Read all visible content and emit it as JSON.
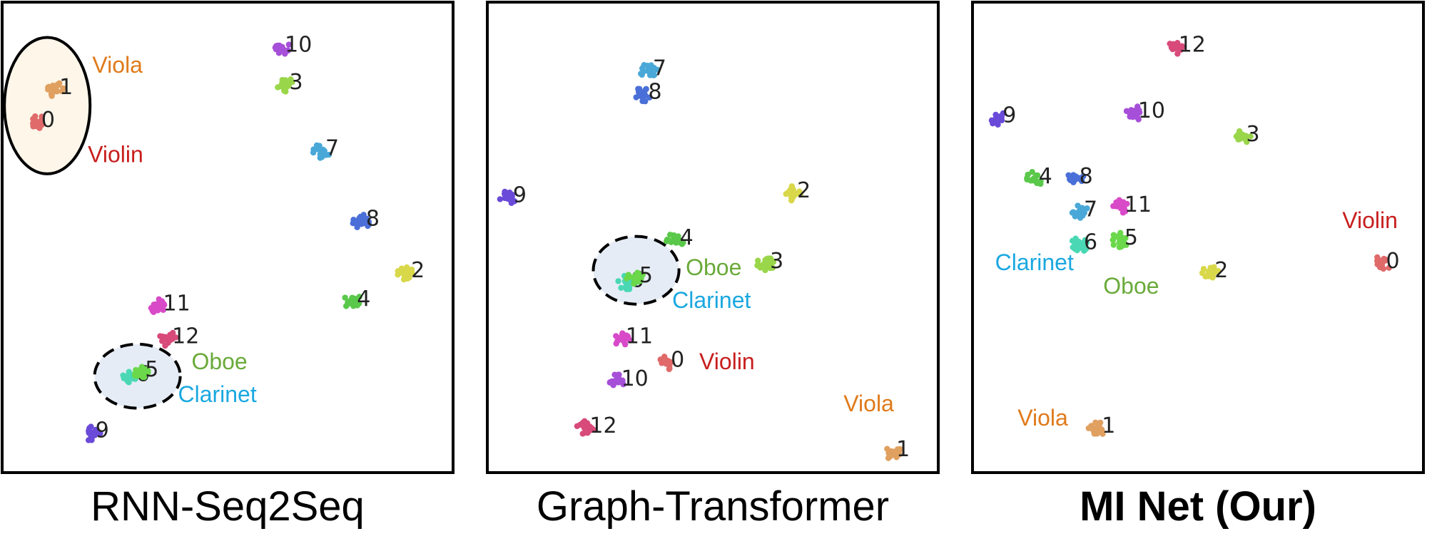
{
  "chart_data": [
    {
      "type": "scatter",
      "caption": "RNN-Seq2Seq",
      "caption_bold": false,
      "clusters": [
        {
          "id": "10",
          "x": 0.63,
          "y": 0.09,
          "color": "#a64fd8"
        },
        {
          "id": "3",
          "x": 0.64,
          "y": 0.17,
          "color": "#9ad64a"
        },
        {
          "id": "7",
          "x": 0.72,
          "y": 0.31,
          "color": "#4aa8d8"
        },
        {
          "id": "8",
          "x": 0.81,
          "y": 0.46,
          "color": "#4a6fd8"
        },
        {
          "id": "2",
          "x": 0.91,
          "y": 0.57,
          "color": "#d8d84a"
        },
        {
          "id": "4",
          "x": 0.79,
          "y": 0.63,
          "color": "#5ac84a"
        },
        {
          "id": "11",
          "x": 0.36,
          "y": 0.64,
          "color": "#d84ac8"
        },
        {
          "id": "12",
          "x": 0.38,
          "y": 0.71,
          "color": "#d84a7a"
        },
        {
          "id": "6",
          "x": 0.3,
          "y": 0.79,
          "color": "#4ad8b4"
        },
        {
          "id": "5",
          "x": 0.32,
          "y": 0.78,
          "color": "#6ad84a"
        },
        {
          "id": "9",
          "x": 0.21,
          "y": 0.91,
          "color": "#6a4ad8"
        },
        {
          "id": "1",
          "x": 0.13,
          "y": 0.18,
          "color": "#e0a060"
        },
        {
          "id": "0",
          "x": 0.09,
          "y": 0.25,
          "color": "#e06a6a"
        }
      ],
      "instrument_labels": [
        {
          "text": "Viola",
          "color": "#e07a1a"
        },
        {
          "text": "Violin",
          "color": "#c81e1e"
        },
        {
          "text": "Oboe",
          "color": "#6aaa3a"
        },
        {
          "text": "Clarinet",
          "color": "#1aa8e0"
        }
      ]
    },
    {
      "type": "scatter",
      "caption": "Graph-Transformer",
      "caption_bold": false,
      "clusters": [
        {
          "id": "7",
          "x": 0.37,
          "y": 0.14,
          "color": "#4aa8d8"
        },
        {
          "id": "8",
          "x": 0.36,
          "y": 0.19,
          "color": "#4a6fd8"
        },
        {
          "id": "9",
          "x": 0.06,
          "y": 0.41,
          "color": "#6a4ad8"
        },
        {
          "id": "2",
          "x": 0.69,
          "y": 0.4,
          "color": "#d8d84a"
        },
        {
          "id": "4",
          "x": 0.43,
          "y": 0.5,
          "color": "#5ac84a"
        },
        {
          "id": "3",
          "x": 0.63,
          "y": 0.55,
          "color": "#9ad64a"
        },
        {
          "id": "6",
          "x": 0.32,
          "y": 0.59,
          "color": "#4ad8b4"
        },
        {
          "id": "5",
          "x": 0.34,
          "y": 0.58,
          "color": "#6ad84a"
        },
        {
          "id": "11",
          "x": 0.31,
          "y": 0.71,
          "color": "#d84ac8"
        },
        {
          "id": "0",
          "x": 0.41,
          "y": 0.76,
          "color": "#e06a6a"
        },
        {
          "id": "10",
          "x": 0.3,
          "y": 0.8,
          "color": "#a64fd8"
        },
        {
          "id": "12",
          "x": 0.23,
          "y": 0.9,
          "color": "#d84a7a"
        },
        {
          "id": "1",
          "x": 0.91,
          "y": 0.95,
          "color": "#e0a060"
        }
      ],
      "instrument_labels": [
        {
          "text": "Oboe",
          "color": "#6aaa3a"
        },
        {
          "text": "Clarinet",
          "color": "#1aa8e0"
        },
        {
          "text": "Violin",
          "color": "#c81e1e"
        },
        {
          "text": "Viola",
          "color": "#e07a1a"
        }
      ]
    },
    {
      "type": "scatter",
      "caption": "MI Net (Our)",
      "caption_bold": true,
      "clusters": [
        {
          "id": "12",
          "x": 0.46,
          "y": 0.09,
          "color": "#d84a7a"
        },
        {
          "id": "9",
          "x": 0.07,
          "y": 0.24,
          "color": "#6a4ad8"
        },
        {
          "id": "10",
          "x": 0.37,
          "y": 0.23,
          "color": "#a64fd8"
        },
        {
          "id": "3",
          "x": 0.61,
          "y": 0.28,
          "color": "#9ad64a"
        },
        {
          "id": "4",
          "x": 0.15,
          "y": 0.37,
          "color": "#5ac84a"
        },
        {
          "id": "8",
          "x": 0.24,
          "y": 0.37,
          "color": "#4a6fd8"
        },
        {
          "id": "11",
          "x": 0.34,
          "y": 0.43,
          "color": "#d84ac8"
        },
        {
          "id": "7",
          "x": 0.25,
          "y": 0.44,
          "color": "#4aa8d8"
        },
        {
          "id": "6",
          "x": 0.25,
          "y": 0.51,
          "color": "#4ad8b4"
        },
        {
          "id": "5",
          "x": 0.34,
          "y": 0.5,
          "color": "#6ad84a"
        },
        {
          "id": "2",
          "x": 0.54,
          "y": 0.57,
          "color": "#d8d84a"
        },
        {
          "id": "0",
          "x": 0.92,
          "y": 0.55,
          "color": "#e06a6a"
        },
        {
          "id": "1",
          "x": 0.29,
          "y": 0.9,
          "color": "#e0a060"
        }
      ],
      "instrument_labels": [
        {
          "text": "Violin",
          "color": "#c81e1e"
        },
        {
          "text": "Clarinet",
          "color": "#1aa8e0"
        },
        {
          "text": "Oboe",
          "color": "#6aaa3a"
        },
        {
          "text": "Viola",
          "color": "#e07a1a"
        }
      ]
    }
  ],
  "highlight_colors": {
    "string_ellipse_fill": "#fdf6e9",
    "woodwind_ellipse_fill": "#e6ecf6"
  }
}
